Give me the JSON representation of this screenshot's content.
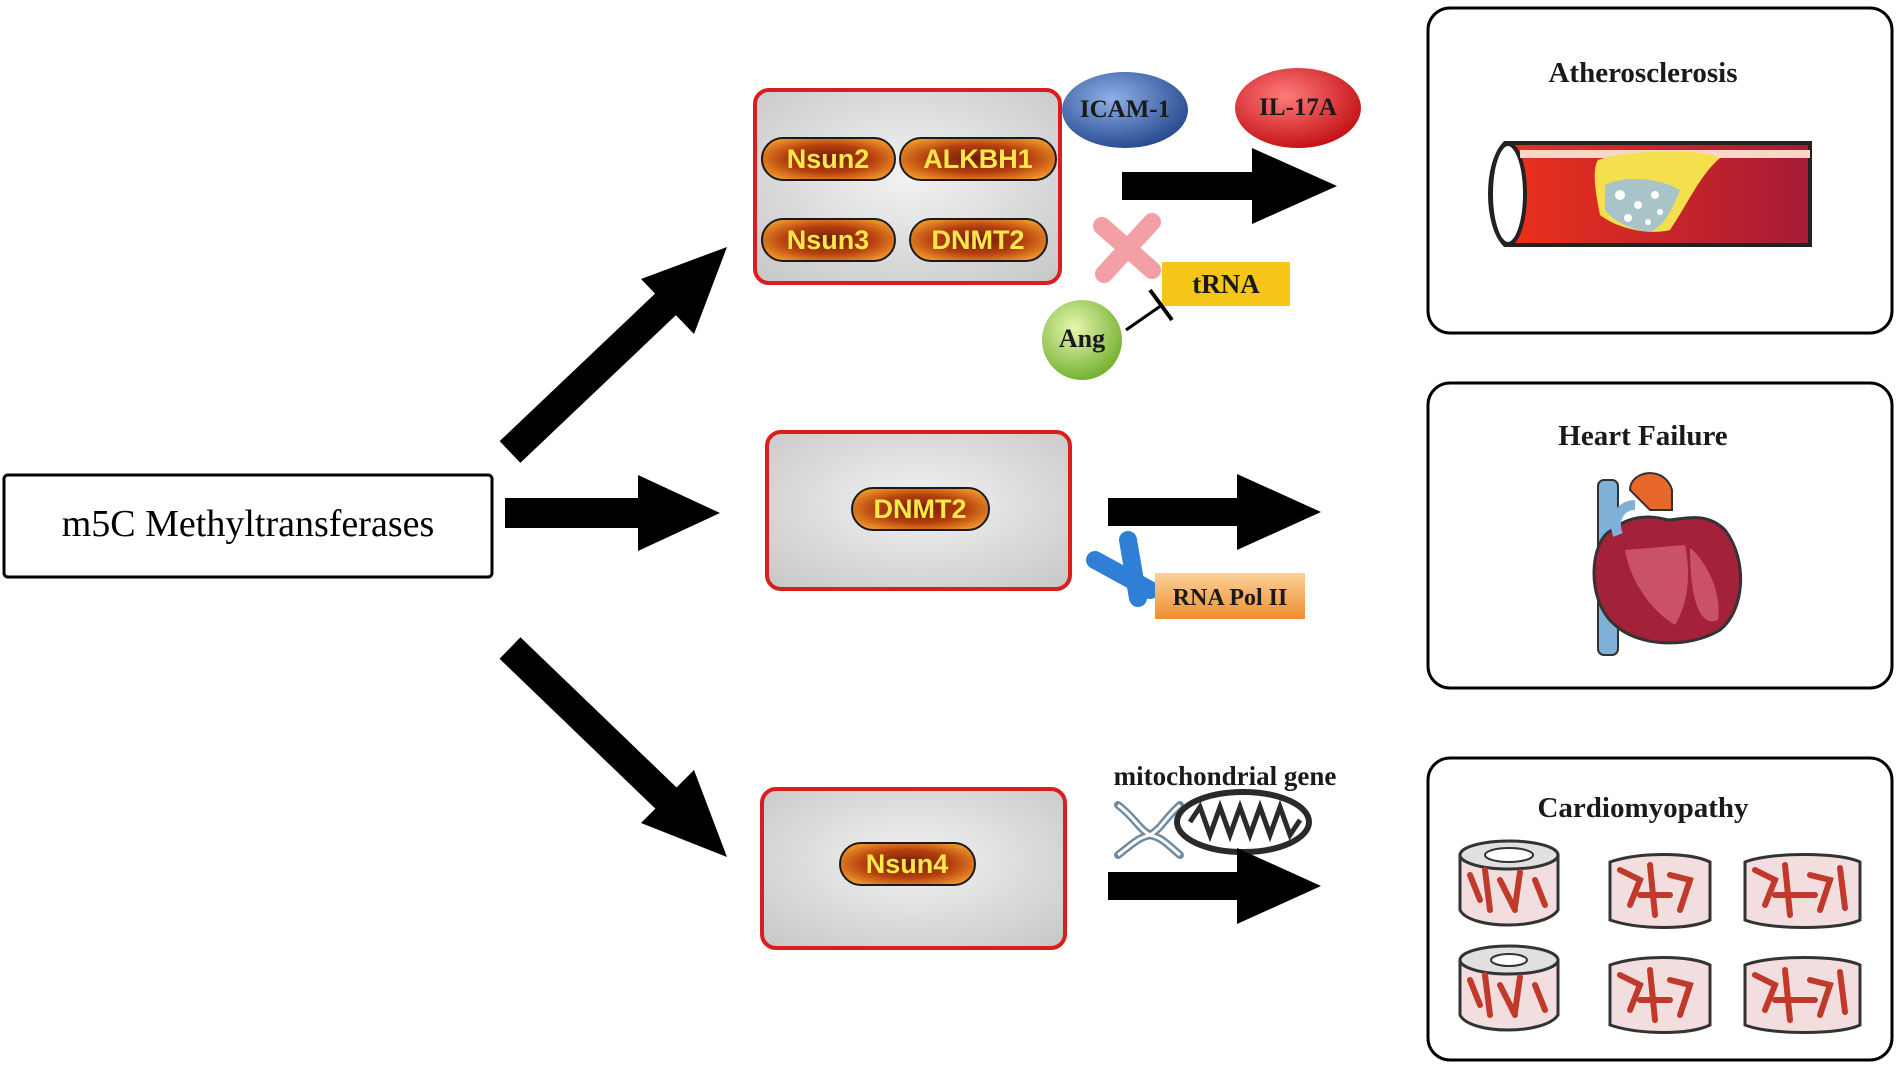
{
  "source": {
    "label": "m5C Methyltransferases"
  },
  "pathways": [
    {
      "enzymes": [
        "Nsun2",
        "ALKBH1",
        "Nsun3",
        "DNMT2"
      ]
    },
    {
      "enzymes": [
        "DNMT2"
      ]
    },
    {
      "enzymes": [
        "Nsun4"
      ]
    }
  ],
  "molecules": {
    "icam": "ICAM-1",
    "il17a": "IL-17A",
    "trna": "tRNA",
    "ang": "Ang",
    "rna_pol": "RNA Pol II",
    "mito_gene": "mitochondrial gene"
  },
  "outcomes": [
    {
      "title": "Atherosclerosis"
    },
    {
      "title": "Heart Failure"
    },
    {
      "title": "Cardiomyopathy"
    }
  ],
  "colors": {
    "box_border": "#d81e1e",
    "box_fill": "#d9d9d9",
    "pill_fill": "#b5400f",
    "pill_text": "#ffe94a",
    "arrow": "#000000",
    "icam_fill": "#2e5aa8",
    "il17a_fill": "#e3131b",
    "trna_fill": "#f5c518",
    "ang_fill": "#8cc63f",
    "rna_pol_fill": "#f4a64a",
    "x_mark_pink": "#f2a0a6",
    "x_mark_blue": "#2f7fd6"
  }
}
